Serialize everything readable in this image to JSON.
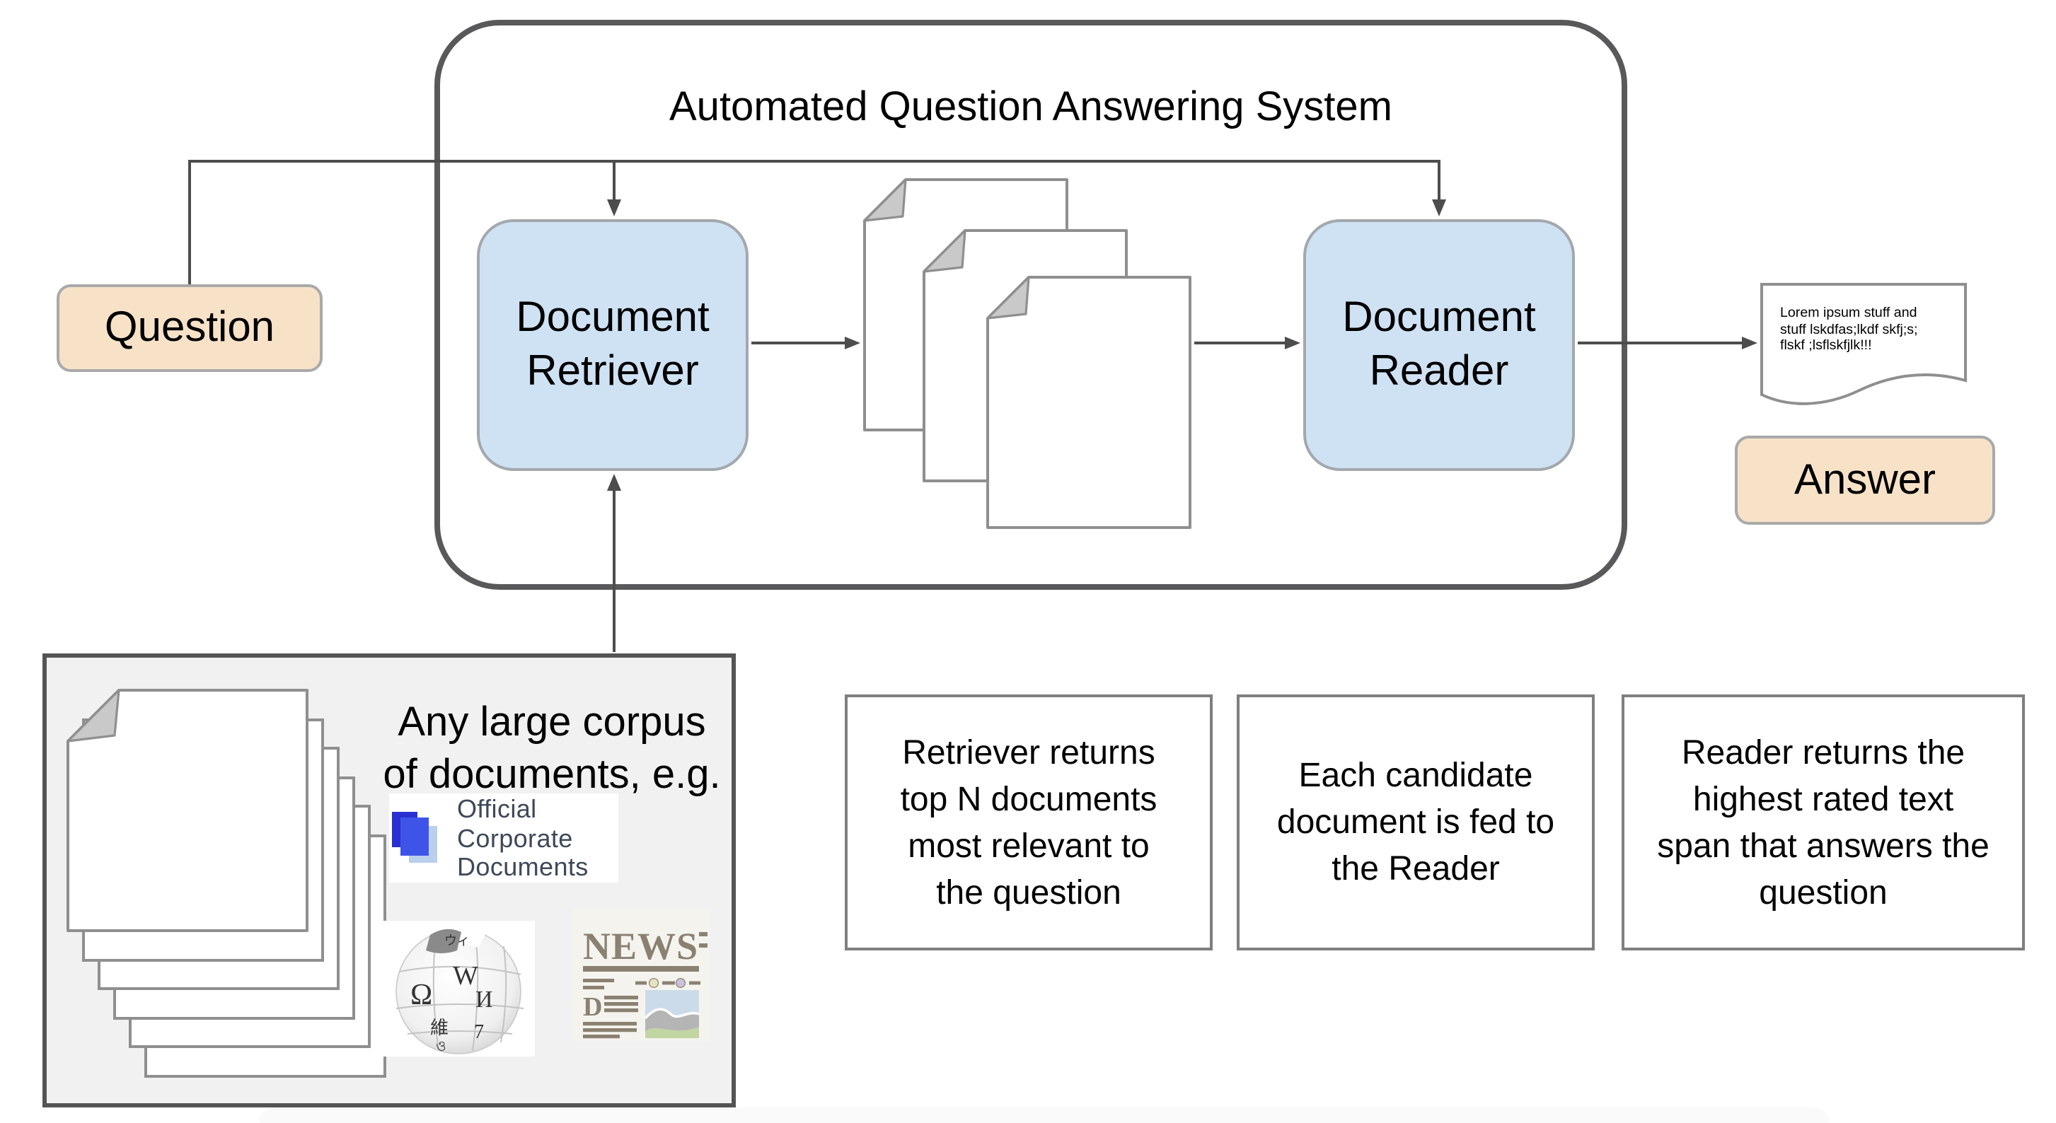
{
  "system": {
    "title": "Automated Question Answering System",
    "question_label": "Question",
    "retriever_lines": [
      "Document",
      "Retriever"
    ],
    "reader_lines": [
      "Document",
      "Reader"
    ],
    "answer_label": "Answer",
    "result_note_lines": [
      "Lorem ipsum stuff and",
      "stuff lskdfas;lkdf skfj;s;",
      "flskf ;lsflskfjlk!!!"
    ]
  },
  "corpus": {
    "heading_lines": [
      "Any large corpus",
      "of documents, e.g."
    ],
    "logo_lines": [
      "Official",
      "Corporate",
      "Documents"
    ],
    "news": {
      "masthead": "NEWS",
      "dropcap": "D"
    },
    "wikipedia_glyphs": {
      "top": "ウィ",
      "w": "W",
      "omega": "Ω",
      "i": "И",
      "wei": "維",
      "seven": "7",
      "bottom": "ও"
    }
  },
  "notes": [
    {
      "lines": [
        "Retriever returns",
        "top N documents",
        "most relevant to",
        "the question"
      ]
    },
    {
      "lines": [
        "Each candidate",
        "document is fed to",
        "the Reader"
      ]
    },
    {
      "lines": [
        "Reader returns the",
        "highest rated text",
        "span that answers the",
        "question"
      ]
    }
  ],
  "icons": {
    "wikipedia-globe-icon": "puzzle-globe",
    "news-icon": "newspaper-front-page",
    "corporate-docs-icon": "overlapping-blue-squares",
    "document-icon": "page-with-folded-corner"
  },
  "colors": {
    "peach": "#f7e2c8",
    "pill-border": "#a9a9a9",
    "blue": "#cfe2f3",
    "blue-border": "#a3a8ad",
    "container-border": "#58595b",
    "line": "#4d4d4d",
    "corpus-bg": "#f1f1f1",
    "corpus-border": "#545454",
    "note-border": "#7f7f7f",
    "page-border": "#8f8f8f",
    "fold-fill": "#c9c9c9",
    "logo-text": "#3e4859",
    "logo-blue-dark": "#2b2fd1",
    "logo-blue-mid": "#3e54e8",
    "logo-blue-light": "#b9cfec",
    "news-ink": "#8a8171",
    "news-bg": "#f5f3ee",
    "news-sky": "#ccdbe9",
    "news-mountain": "#b5b5b5",
    "news-grass": "#c2d6a4",
    "news-dot1": "#e6e2c3",
    "news-dot2": "#cbc0dd"
  }
}
